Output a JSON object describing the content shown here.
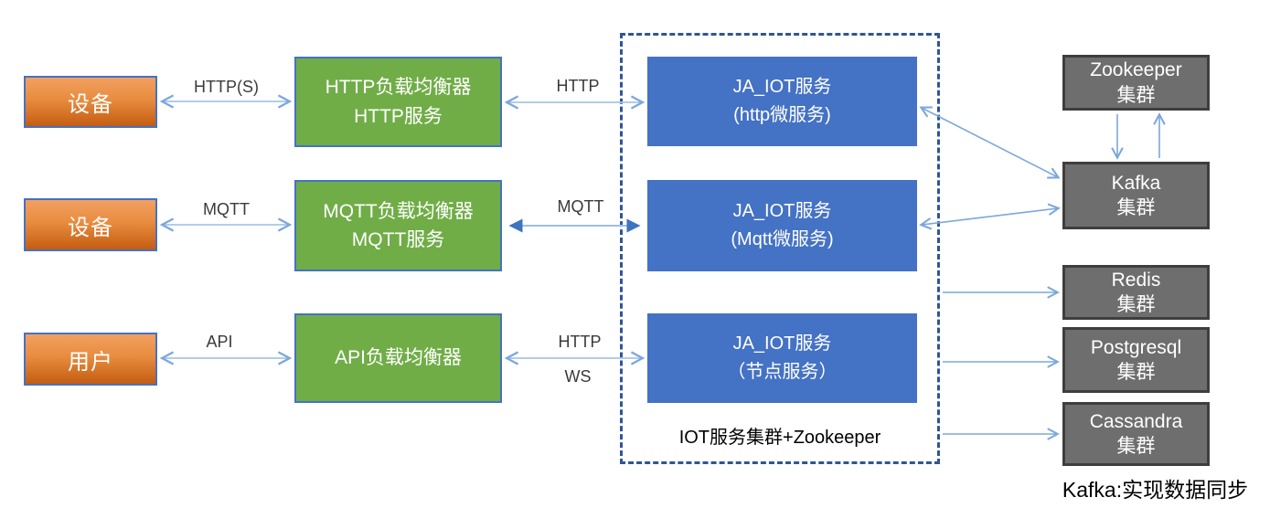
{
  "nodes": {
    "device1": {
      "label": "设备"
    },
    "device2": {
      "label": "设备"
    },
    "user": {
      "label": "用户"
    },
    "lb_http": {
      "line1": "HTTP负载均衡器",
      "line2": "HTTP服务"
    },
    "lb_mqtt": {
      "line1": "MQTT负载均衡器",
      "line2": "MQTT服务"
    },
    "lb_api": {
      "line1": "API负载均衡器"
    },
    "svc_http": {
      "line1": "JA_IOT服务",
      "line2": "(http微服务)"
    },
    "svc_mqtt": {
      "line1": "JA_IOT服务",
      "line2": "(Mqtt微服务)"
    },
    "svc_node": {
      "line1": "JA_IOT服务",
      "line2": "（节点服务）"
    },
    "zookeeper": {
      "line1": "Zookeeper",
      "line2": "集群"
    },
    "kafka": {
      "line1": "Kafka",
      "line2": "集群"
    },
    "redis": {
      "line1": "Redis",
      "line2": "集群"
    },
    "postgresql": {
      "line1": "Postgresql",
      "line2": "集群"
    },
    "cassandra": {
      "line1": "Cassandra",
      "line2": "集群"
    }
  },
  "cluster_box": {
    "caption": "IOT服务集群+Zookeeper"
  },
  "note": {
    "text": "Kafka:实现数据同步"
  },
  "edges": [
    {
      "from": "device1",
      "to": "lb_http",
      "label": "HTTP(S)",
      "bidirectional": true
    },
    {
      "from": "lb_http",
      "to": "svc_http",
      "label": "HTTP",
      "bidirectional": true
    },
    {
      "from": "device2",
      "to": "lb_mqtt",
      "label": "MQTT",
      "bidirectional": true
    },
    {
      "from": "lb_mqtt",
      "to": "svc_mqtt",
      "label": "MQTT",
      "bidirectional": true,
      "head_style": "filled"
    },
    {
      "from": "user",
      "to": "lb_api",
      "label": "API",
      "bidirectional": true
    },
    {
      "from": "lb_api",
      "to": "svc_node",
      "label": "HTTP",
      "label2": "WS",
      "bidirectional": true
    },
    {
      "from": "svc_http",
      "to": "kafka",
      "bidirectional": true
    },
    {
      "from": "svc_mqtt",
      "to": "kafka",
      "bidirectional": true
    },
    {
      "from": "zookeeper",
      "to": "kafka",
      "bidirectional": false
    },
    {
      "from": "kafka",
      "to": "zookeeper",
      "bidirectional": false
    },
    {
      "from": "cluster_box",
      "to": "redis",
      "bidirectional": false
    },
    {
      "from": "cluster_box",
      "to": "postgresql",
      "bidirectional": false
    },
    {
      "from": "cluster_box",
      "to": "cassandra",
      "bidirectional": false
    }
  ],
  "colors": {
    "accent_blue": "#4472C4",
    "accent_green": "#70AD47",
    "orange_top": "#F2A061",
    "orange_bottom": "#C45D11",
    "gray_fill": "#6F6E6E",
    "gray_border": "#3F3E3E",
    "dashed_border": "#2F5597",
    "arrow_line": "#8FB6E4",
    "arrow_head_filled": "#3E74BE",
    "label_text": "#3A3A3A"
  }
}
